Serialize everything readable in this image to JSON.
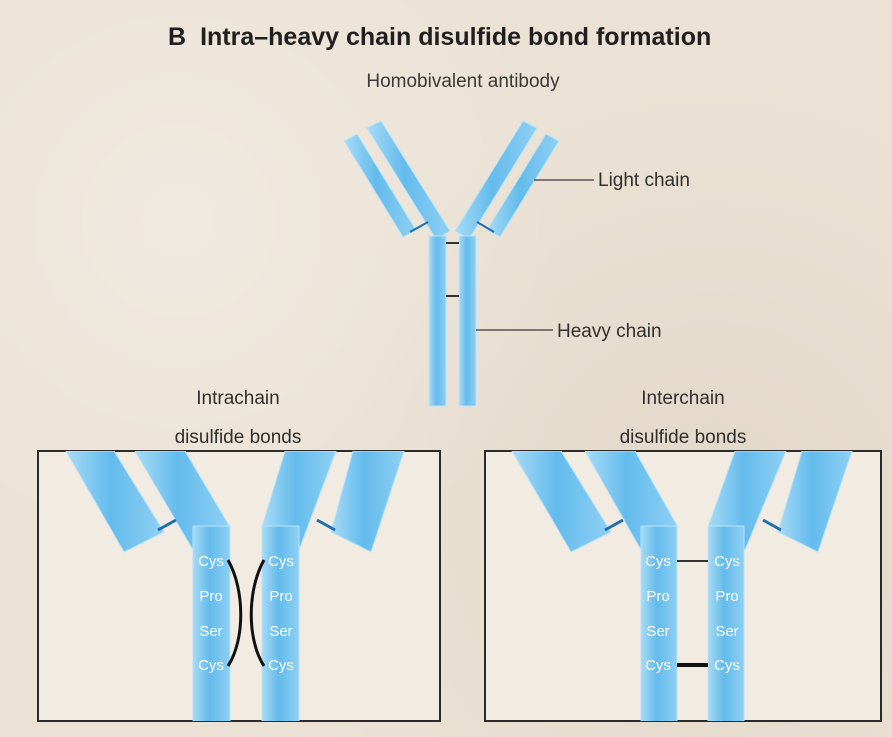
{
  "figure": {
    "panel_letter": "B",
    "title": "Intra–heavy chain disulfide bond formation",
    "subtitle": "Homobivalent antibody"
  },
  "labels": {
    "light_chain": "Light chain",
    "heavy_chain": "Heavy chain"
  },
  "panels": {
    "intra": {
      "title_line1": "Intrachain",
      "title_line2": "disulfide bonds",
      "left_residues": [
        "Cys",
        "Pro",
        "Ser",
        "Cys"
      ],
      "right_residues": [
        "Cys",
        "Pro",
        "Ser",
        "Cys"
      ]
    },
    "inter": {
      "title_line1": "Interchain",
      "title_line2": "disulfide bonds",
      "left_residues": [
        "Cys",
        "Pro",
        "Ser",
        "Cys"
      ],
      "right_residues": [
        "Cys",
        "Pro",
        "Ser",
        "Cys"
      ]
    }
  },
  "colors": {
    "chain_fill": "#6fc0ec",
    "chain_edge": "#a9dcf7",
    "bond_blue": "#1f6fae",
    "bond_black": "#111111",
    "background": "#ebe2d5"
  }
}
